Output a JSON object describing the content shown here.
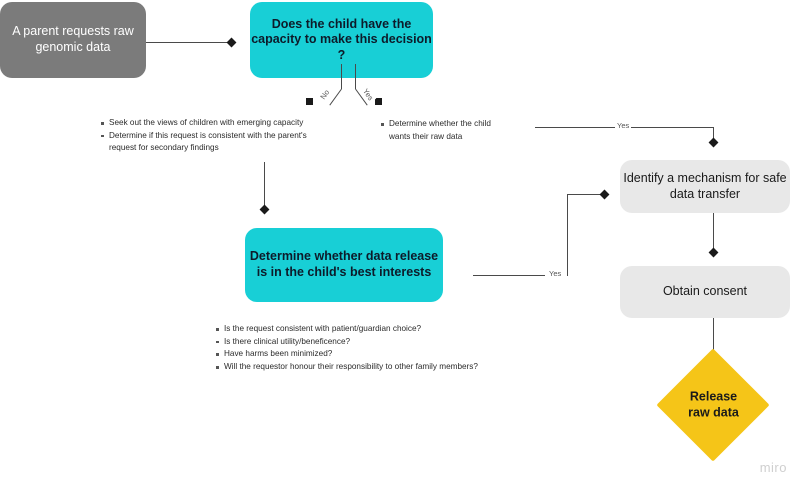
{
  "diagram": {
    "title": "Raw genomic data request decision flowchart",
    "colors": {
      "start_fill": "#7b7b7b",
      "decision_fill": "#18cfd6",
      "process_fill": "#e8e8e8",
      "terminator_fill": "#f5c518",
      "connector": "#4a4a4a",
      "marker": "#1a1a1a",
      "watermark": "#cfcfcf"
    },
    "nodes": {
      "start": {
        "label": "A parent requests raw\ngenomic data",
        "shape": "rounded-rect"
      },
      "capacity_decision": {
        "label": "Does the child have the\ncapacity to make this decision ?",
        "shape": "rounded-rect"
      },
      "best_interests": {
        "label": "Determine whether data release\nis in the child's best interests",
        "shape": "rounded-rect"
      },
      "safe_transfer": {
        "label": "Identify a mechanism for safe\ndata transfer",
        "shape": "rounded-rect"
      },
      "obtain_consent": {
        "label": "Obtain consent",
        "shape": "rounded-rect"
      },
      "release": {
        "label": "Release\nraw data",
        "shape": "diamond"
      }
    },
    "edge_labels": {
      "no": "No",
      "yes_branch": "Yes",
      "yes_top": "Yes",
      "yes_mid": "Yes"
    },
    "bullet_lists": {
      "no_branch": [
        "Seek out the views of children with emerging capacity",
        "Determine if this request is consistent with the parent's\nrequest for secondary findings"
      ],
      "yes_branch": [
        "Determine whether the child\nwants their raw data"
      ],
      "best_interests_criteria": [
        "Is the request consistent with patient/guardian choice?",
        "Is there clinical utility/beneficence?",
        "Have harms been minimized?",
        "Will the requestor honour their responsibility to other family members?"
      ]
    },
    "watermark": "miro"
  }
}
